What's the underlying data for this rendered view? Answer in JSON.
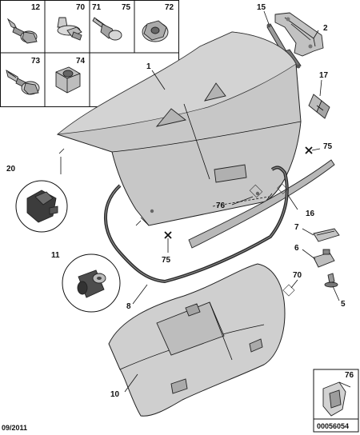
{
  "fastener_table": {
    "cells": [
      {
        "ref": "12",
        "icon": "bolt-flange-icon"
      },
      {
        "ref": "70",
        "icon": "clip-fastener-icon"
      },
      {
        "ref": "71",
        "icon": "screw-icon"
      },
      {
        "ref": "75",
        "icon": "screw-icon"
      },
      {
        "ref": "72",
        "icon": "nut-flange-icon"
      },
      {
        "ref": "73",
        "icon": "bolt-flange-icon"
      },
      {
        "ref": "74",
        "icon": "hex-nut-icon"
      }
    ]
  },
  "callouts": {
    "p1": "1",
    "p2": "2",
    "p5": "5",
    "p6": "6",
    "p7": "7",
    "p8": "8",
    "p10": "10",
    "p11": "11",
    "p15": "15",
    "p16": "16",
    "p17": "17",
    "p20": "20",
    "p70": "70",
    "p75a": "75",
    "p75b": "75",
    "p76a": "76",
    "p76b": "76"
  },
  "footer": {
    "date": "09/2011",
    "code": "00056054"
  },
  "colors": {
    "panel": "#c7c7c7",
    "panel_dark": "#a9a9a9",
    "liner": "#cfcfcf",
    "seal": "#2a2a2a",
    "line": "#111111"
  }
}
